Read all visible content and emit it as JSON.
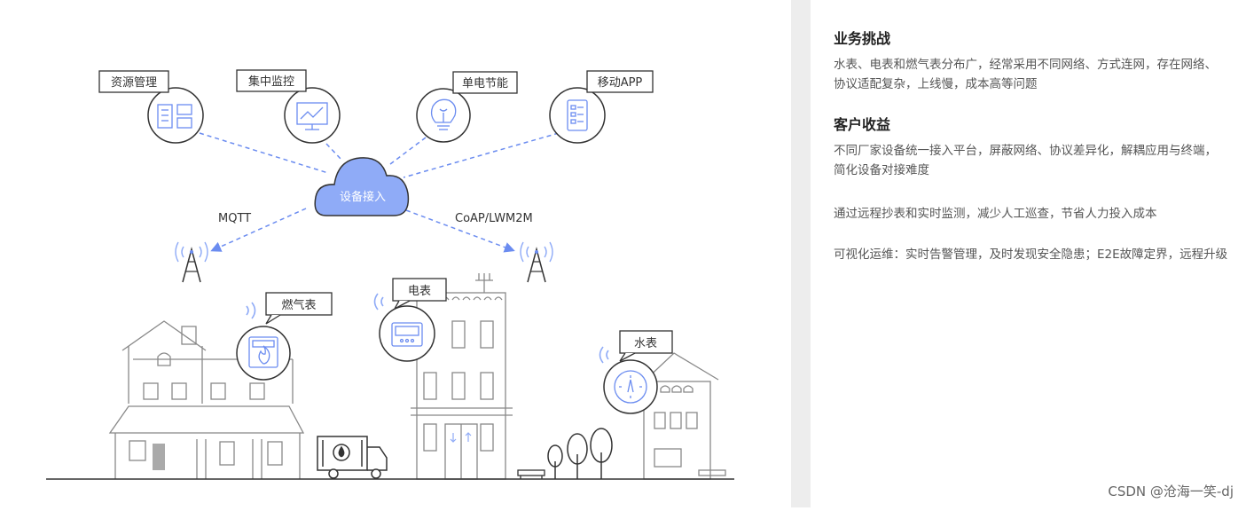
{
  "diagram": {
    "cloud_label": "设备接入",
    "protocols": {
      "left": "MQTT",
      "right": "CoAP/LWM2M"
    },
    "apps": [
      {
        "label": "资源管理",
        "icon": "resource-management-icon"
      },
      {
        "label": "集中监控",
        "icon": "monitor-icon"
      },
      {
        "label": "单电节能",
        "icon": "lightbulb-icon"
      },
      {
        "label": "移动APP",
        "icon": "mobile-app-icon"
      }
    ],
    "meters": {
      "gas": "燃气表",
      "electric": "电表",
      "water": "水表"
    },
    "colors": {
      "accent": "#6b8cf0",
      "cloud": "#8fabf7",
      "line": "#555555"
    }
  },
  "panel": {
    "challenge_title": "业务挑战",
    "challenge_text": "水表、电表和燃气表分布广，经常采用不同网络、方式连网，存在网络、协议适配复杂，上线慢，成本高等问题",
    "benefit_title": "客户收益",
    "benefits": [
      "不同厂家设备统一接入平台，屏蔽网络、协议差异化，解耦应用与终端，简化设备对接难度",
      "通过远程抄表和实时监测，减少人工巡查，节省人力投入成本",
      "可视化运维：实时告警管理，及时发现安全隐患；E2E故障定界，远程升级"
    ]
  },
  "watermark": "CSDN @沧海一笑-dj"
}
